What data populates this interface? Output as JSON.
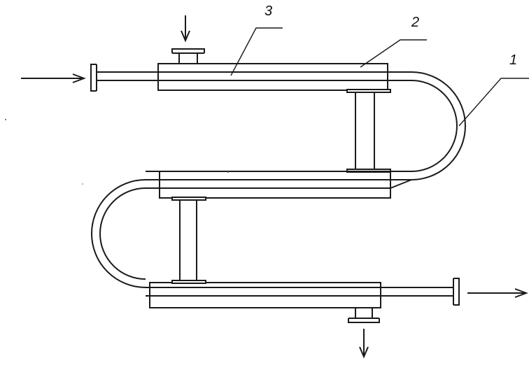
{
  "diagram": {
    "labels": {
      "tube": "1",
      "jacket": "2",
      "inner_pipe": "3"
    },
    "stroke_color": "#1a1a1a",
    "background": "#ffffff"
  }
}
